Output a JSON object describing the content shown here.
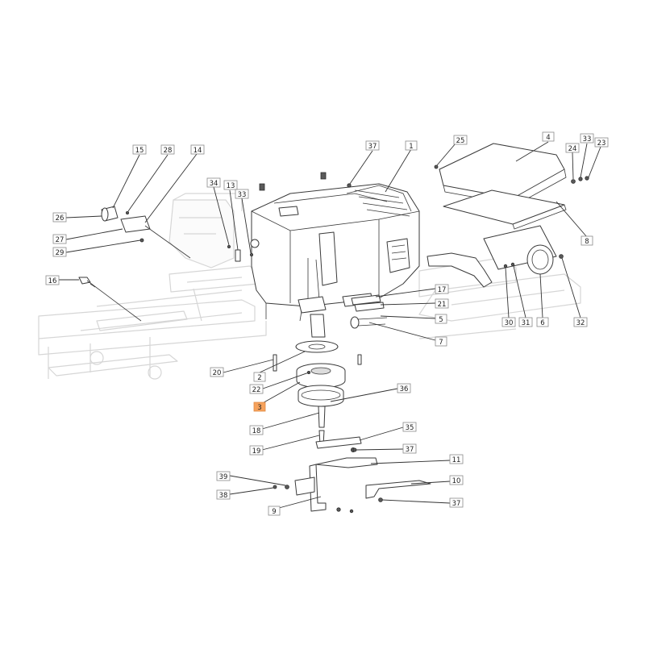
{
  "callouts": [
    {
      "id": "c1",
      "label": "1",
      "highlight": false
    },
    {
      "id": "c2",
      "label": "2",
      "highlight": false
    },
    {
      "id": "c3",
      "label": "3",
      "highlight": true
    },
    {
      "id": "c4",
      "label": "4",
      "highlight": false
    },
    {
      "id": "c5",
      "label": "5",
      "highlight": false
    },
    {
      "id": "c6",
      "label": "6",
      "highlight": false
    },
    {
      "id": "c7",
      "label": "7",
      "highlight": false
    },
    {
      "id": "c8",
      "label": "8",
      "highlight": false
    },
    {
      "id": "c9",
      "label": "9",
      "highlight": false
    },
    {
      "id": "c10",
      "label": "10",
      "highlight": false
    },
    {
      "id": "c11",
      "label": "11",
      "highlight": false
    },
    {
      "id": "c13",
      "label": "13",
      "highlight": false
    },
    {
      "id": "c14",
      "label": "14",
      "highlight": false
    },
    {
      "id": "c15",
      "label": "15",
      "highlight": false
    },
    {
      "id": "c16",
      "label": "16",
      "highlight": false
    },
    {
      "id": "c17",
      "label": "17",
      "highlight": false
    },
    {
      "id": "c18",
      "label": "18",
      "highlight": false
    },
    {
      "id": "c19",
      "label": "19",
      "highlight": false
    },
    {
      "id": "c20",
      "label": "20",
      "highlight": false
    },
    {
      "id": "c21",
      "label": "21",
      "highlight": false
    },
    {
      "id": "c22",
      "label": "22",
      "highlight": false
    },
    {
      "id": "c23",
      "label": "23",
      "highlight": false
    },
    {
      "id": "c24",
      "label": "24",
      "highlight": false
    },
    {
      "id": "c25",
      "label": "25",
      "highlight": false
    },
    {
      "id": "c26",
      "label": "26",
      "highlight": false
    },
    {
      "id": "c27",
      "label": "27",
      "highlight": false
    },
    {
      "id": "c28",
      "label": "28",
      "highlight": false
    },
    {
      "id": "c29",
      "label": "29",
      "highlight": false
    },
    {
      "id": "c30",
      "label": "30",
      "highlight": false
    },
    {
      "id": "c31",
      "label": "31",
      "highlight": false
    },
    {
      "id": "c32",
      "label": "32",
      "highlight": false
    },
    {
      "id": "c33a",
      "label": "33",
      "highlight": false
    },
    {
      "id": "c33b",
      "label": "33",
      "highlight": false
    },
    {
      "id": "c34",
      "label": "34",
      "highlight": false
    },
    {
      "id": "c35",
      "label": "35",
      "highlight": false
    },
    {
      "id": "c36",
      "label": "36",
      "highlight": false
    },
    {
      "id": "c37a",
      "label": "37",
      "highlight": false
    },
    {
      "id": "c37b",
      "label": "37",
      "highlight": false
    },
    {
      "id": "c37c",
      "label": "37",
      "highlight": false
    },
    {
      "id": "c38",
      "label": "38",
      "highlight": false
    },
    {
      "id": "c39",
      "label": "39",
      "highlight": false
    }
  ],
  "colors": {
    "highlight": "#f6a25c",
    "line": "#3a3a3a",
    "ghost": "#d6d6d6"
  }
}
